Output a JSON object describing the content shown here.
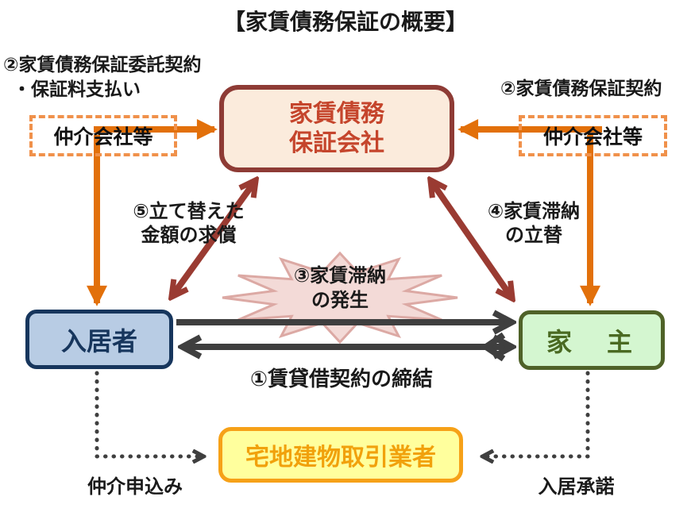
{
  "title": "【家賃債務保証の概要】",
  "boxes": {
    "guarantee_company": {
      "line1": "家賃債務",
      "line2": "保証会社"
    },
    "broker_left": {
      "label": "仲介会社等"
    },
    "broker_right": {
      "label": "仲介会社等"
    },
    "tenant": {
      "label": "入居者"
    },
    "landlord": {
      "label": "家　主"
    },
    "real_estate_agent": {
      "label": "宅地建物取引業者"
    }
  },
  "annotations": {
    "step1": {
      "label": "①賃貸借契約の締結"
    },
    "step2_left": {
      "line1": "②家賃債務保証委託契約",
      "line2": "・保証料支払い"
    },
    "step2_right": {
      "label": "②家賃債務保証契約"
    },
    "step3": {
      "line1": "③家賃滞納",
      "line2": "の発生"
    },
    "step4": {
      "line1": "④家賃滞納",
      "line2": "の立替"
    },
    "step5": {
      "line1": "⑤立て替えた",
      "line2": "金額の求償"
    },
    "apply": {
      "label": "仲介申込み"
    },
    "consent": {
      "label": "入居承諾"
    }
  },
  "colors": {
    "orange_arrow": "#E2700A",
    "orange_dash_border": "#F0914B",
    "dark_red_arrow": "#9A3B32",
    "gray_arrow": "#3F3F3F",
    "company_border": "#8E3B35",
    "company_fill": "#FBEBDC",
    "company_text": "#C5452C",
    "tenant_fill": "#B8CCE4",
    "tenant_border": "#17365D",
    "landlord_fill": "#D4F6D0",
    "landlord_border": "#4F6228",
    "agent_fill": "#FFFF9D",
    "agent_border": "#F6A118",
    "starburst_fill": "#F3DAD7",
    "starburst_stroke": "#DCA9A4"
  }
}
